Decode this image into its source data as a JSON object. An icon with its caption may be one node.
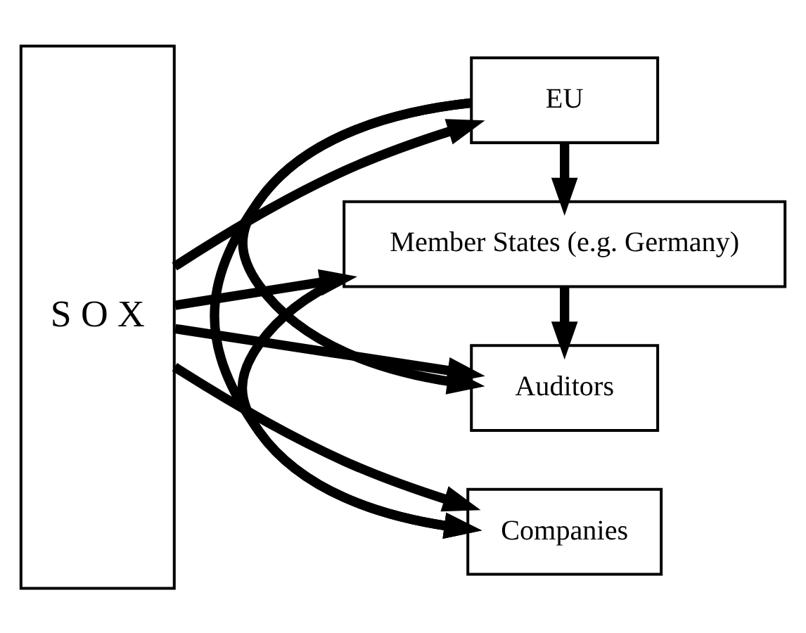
{
  "diagram": {
    "nodes": [
      {
        "text": [
          "S O X"
        ]
      },
      {
        "text": [
          "Companies"
        ]
      },
      {
        "text": [
          "Auditors"
        ]
      },
      {
        "text": [
          "EU"
        ]
      },
      {
        "text": [
          "Member States (e.g. Germany)"
        ]
      }
    ],
    "edges": [
      {
        "from": 0,
        "to": 1,
        "arrow": "to"
      },
      {
        "from": 0,
        "to": 2,
        "arrow": "to"
      },
      {
        "from": 0,
        "to": 3,
        "arrow": "to"
      },
      {
        "from": 0,
        "to": 4,
        "arrow": "to"
      },
      {
        "from": 3,
        "to": 1,
        "arrow": "to"
      },
      {
        "from": 3,
        "to": 2,
        "arrow": "to"
      },
      {
        "from": 3,
        "to": 4,
        "arrow": "to"
      },
      {
        "from": 4,
        "to": 1,
        "arrow": "to"
      },
      {
        "from": 4,
        "to": 2,
        "arrow": "to"
      }
    ]
  }
}
